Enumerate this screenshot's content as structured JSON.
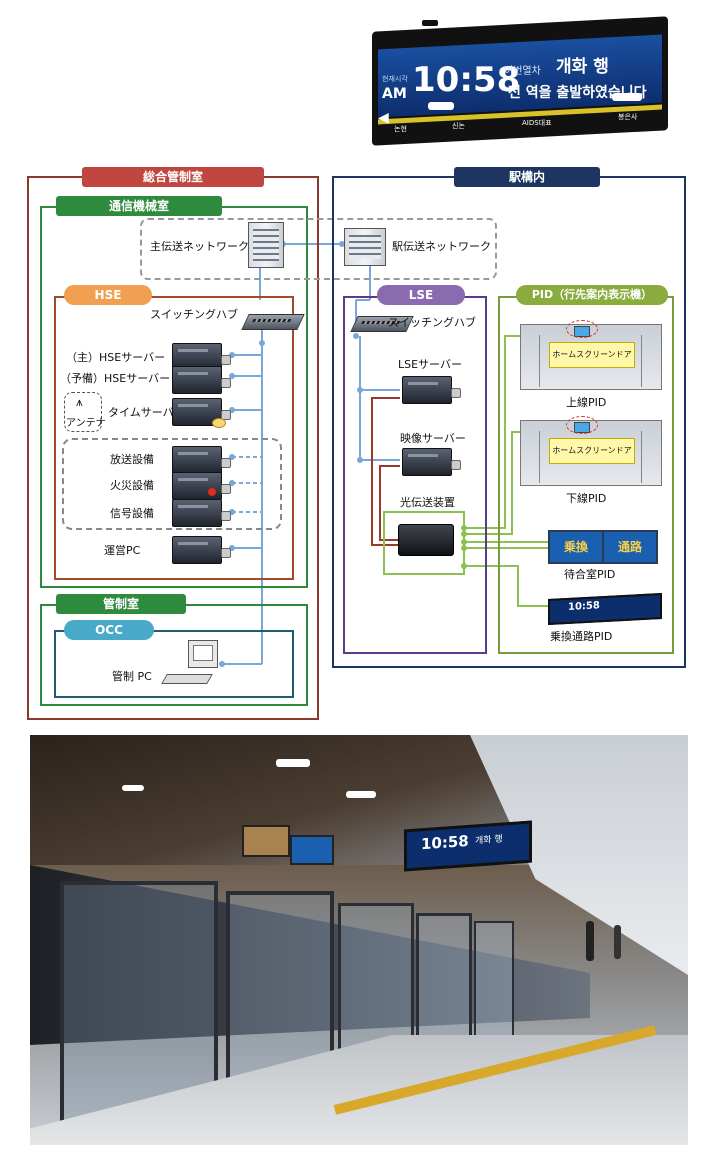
{
  "top_display": {
    "clock_label": "현재시각",
    "ampm": "AM",
    "time": "10:58",
    "train_label": "이번열차",
    "destination": "개화 행",
    "message": "전 역을 출발하였습니다",
    "stations": [
      "논현",
      "신논",
      "AIDS대표",
      "봉은사"
    ]
  },
  "diagram": {
    "control_room_title": "総合管制室",
    "station_title": "駅構内",
    "comm_room_title": "通信機械室",
    "main_network": "主伝送ネットワーク",
    "station_network": "駅伝送ネットワーク",
    "hse": {
      "title": "HSE",
      "switch": "スイッチングハブ",
      "server_main": "（主）HSEサーバー",
      "server_backup": "（予備）HSEサーバー",
      "antenna": "アンテナ",
      "time_server": "タイムサーバー",
      "broadcast": "放送設備",
      "fire": "火災設備",
      "signal": "信号設備",
      "operation_pc": "運営PC"
    },
    "control_room": "管制室",
    "occ": {
      "title": "OCC",
      "pc": "管制 PC"
    },
    "lse": {
      "title": "LSE",
      "switch": "スイッチングハブ",
      "server": "LSEサーバー",
      "video": "映像サーバー",
      "optical": "光伝送装置"
    },
    "pid": {
      "title": "PID（行先案内表示機）",
      "screen_door": "ホームスクリーンドア",
      "up": "上線PID",
      "down": "下線PID",
      "waiting_room": "待合室PID",
      "waiting_left": "乗換",
      "waiting_right": "通路",
      "transfer": "乗換通路PID",
      "mini_time": "10:58"
    }
  },
  "photo": {
    "sign_time": "10:58",
    "sign_destination": "개화 행"
  },
  "colors": {
    "control_room": "#c0463f",
    "comm_room": "#2e8b3e",
    "hse": "#f0a050",
    "occ": "#49a9c9",
    "station": "#1d3560",
    "lse": "#8a6bb0",
    "pid": "#8aab3e",
    "line_blue": "#7aa6d8",
    "line_red": "#9a3a2a",
    "line_green": "#8cc152"
  }
}
